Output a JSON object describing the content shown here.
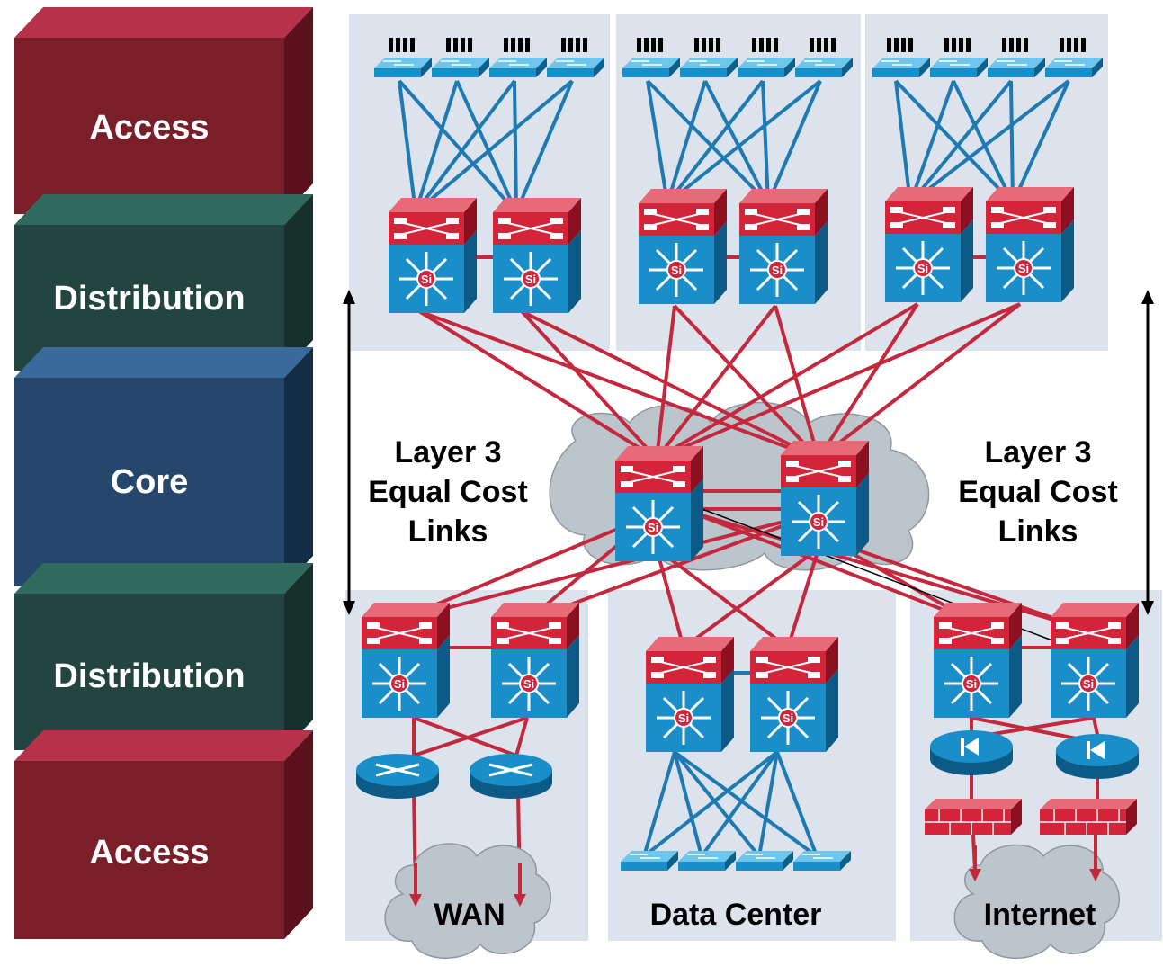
{
  "layers": {
    "access_top": "Access",
    "distribution_top": "Distribution",
    "core": "Core",
    "distribution_bottom": "Distribution",
    "access_bottom": "Access"
  },
  "equal_cost_left": {
    "line1": "Layer 3",
    "line2": "Equal Cost",
    "line3": "Links"
  },
  "equal_cost_right": {
    "line1": "Layer 3",
    "line2": "Equal Cost",
    "line3": "Links"
  },
  "blocks": {
    "wan": "WAN",
    "data_center": "Data Center",
    "internet": "Internet"
  },
  "colors": {
    "access": "#7a1f2a",
    "distribution": "#23453f",
    "core": "#24476b",
    "panel": "#dde3ec",
    "red_link": "#c5283d",
    "blue_link": "#1e7ab3",
    "switch_blue": "#1a8ec8",
    "switch_red": "#d3243a",
    "cloud": "#bcc4cc"
  },
  "icons": [
    "layer3-switch-icon",
    "access-switch-icon",
    "router-icon",
    "load-balancer-icon",
    "firewall-icon",
    "cloud-icon"
  ]
}
